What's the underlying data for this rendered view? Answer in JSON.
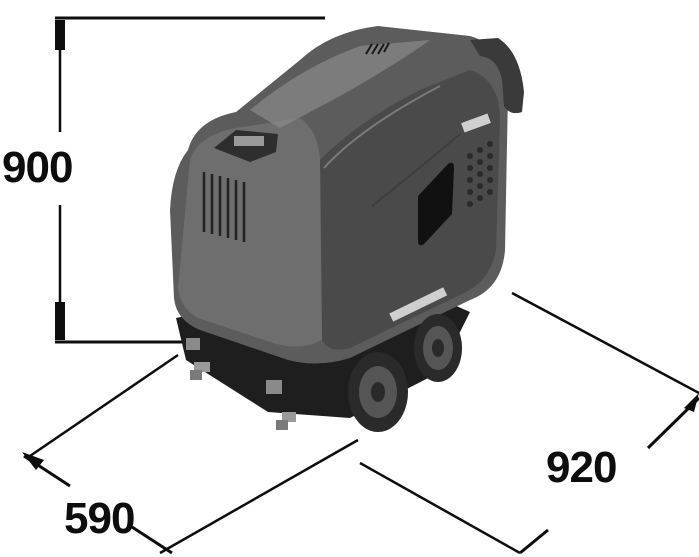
{
  "dimensions": {
    "height": "900",
    "depth": "590",
    "width": "920"
  },
  "colors": {
    "dimension_line": "#0d0d0d",
    "body": "#5c5c5c",
    "body_dark": "#3a3a3a",
    "body_light": "#8a8a8a",
    "base": "#1e1e1e",
    "wheel": "#555555"
  }
}
